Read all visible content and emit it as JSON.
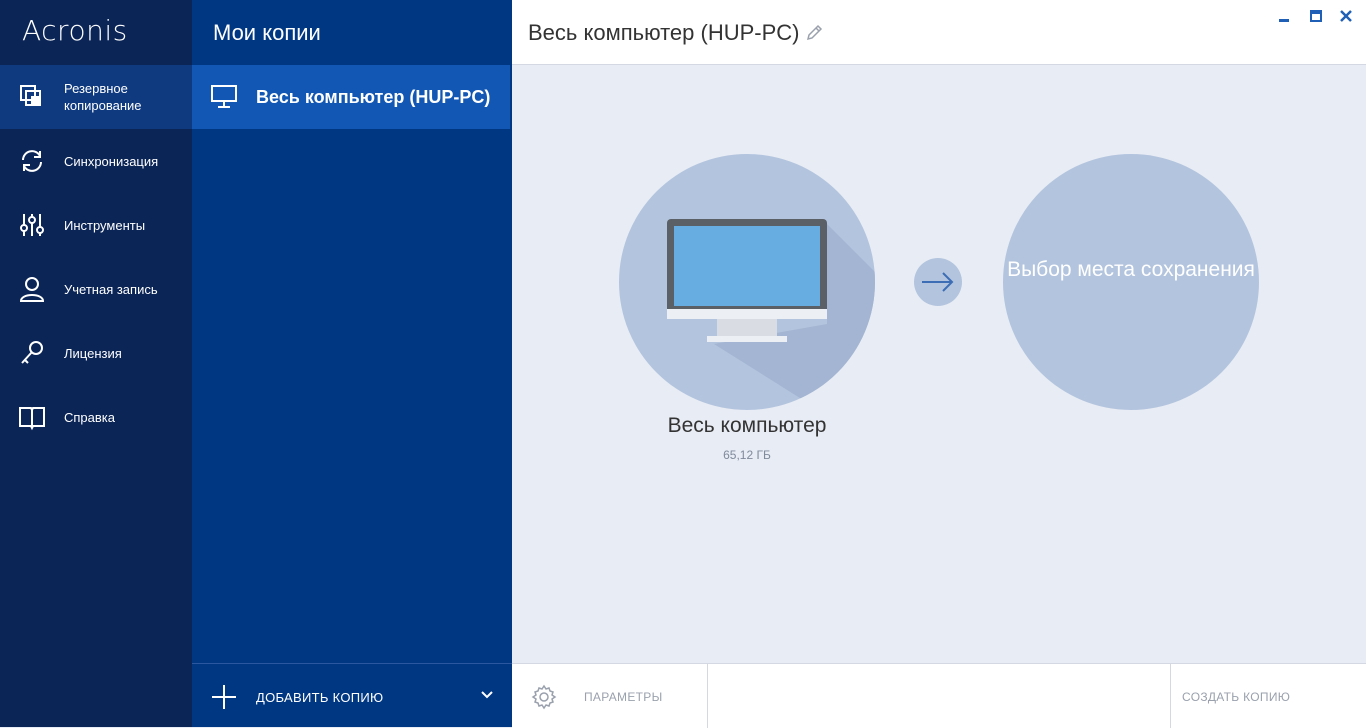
{
  "app": {
    "logo": "Acronis"
  },
  "sidebar": {
    "items": [
      {
        "label": "Резервное копирование",
        "icon": "backup-icon",
        "active": true
      },
      {
        "label": "Синхронизация",
        "icon": "sync-icon"
      },
      {
        "label": "Инструменты",
        "icon": "tools-icon"
      },
      {
        "label": "Учетная запись",
        "icon": "user-icon"
      },
      {
        "label": "Лицензия",
        "icon": "key-icon"
      },
      {
        "label": "Справка",
        "icon": "book-icon"
      }
    ]
  },
  "copies": {
    "title": "Мои копии",
    "items": [
      {
        "label": "Весь компьютер (HUP-PC)",
        "icon": "monitor-icon"
      }
    ],
    "add_label": "ДОБАВИТЬ КОПИЮ"
  },
  "main": {
    "title": "Весь компьютер (HUP-PC)",
    "source": {
      "label": "Весь компьютер",
      "size": "65,12 ГБ"
    },
    "destination": {
      "label": "Выбор места сохранения"
    },
    "footer": {
      "params_label": "ПАРАМЕТРЫ",
      "create_label": "СОЗДАТЬ КОПИЮ"
    }
  },
  "colors": {
    "sidebar": "#0b2557",
    "copies": "#003782",
    "selected": "#1257b4",
    "circle": "#b3c4de",
    "accent": "#3d6db5"
  }
}
